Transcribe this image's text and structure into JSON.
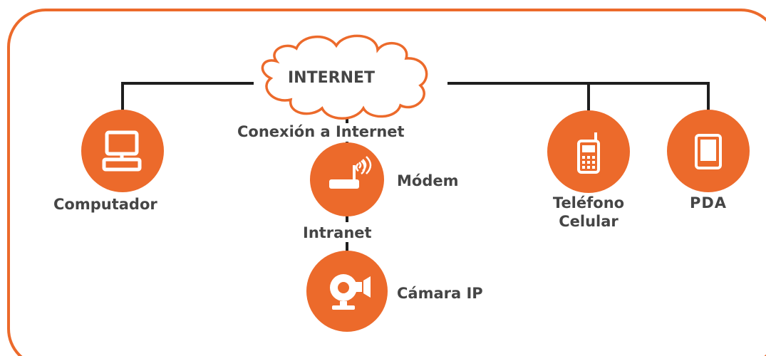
{
  "colors": {
    "accent": "#ec6a2b",
    "line": "#1e1e1e",
    "text": "#454545",
    "background": "#ffffff"
  },
  "diagram": {
    "hub": {
      "label": "INTERNET",
      "icon": "cloud-icon"
    },
    "nodes": {
      "computer": {
        "label": "Computador",
        "icon": "desktop-computer-icon"
      },
      "modem": {
        "label": "Módem",
        "icon": "router-icon"
      },
      "camera": {
        "label": "Cámara IP",
        "icon": "ip-camera-icon"
      },
      "phone": {
        "label_line1": "Teléfono",
        "label_line2": "Celular",
        "icon": "cell-phone-icon"
      },
      "pda": {
        "label": "PDA",
        "icon": "pda-icon"
      }
    },
    "links": {
      "internet_connection": "Conexión a Internet",
      "intranet": "Intranet"
    }
  }
}
